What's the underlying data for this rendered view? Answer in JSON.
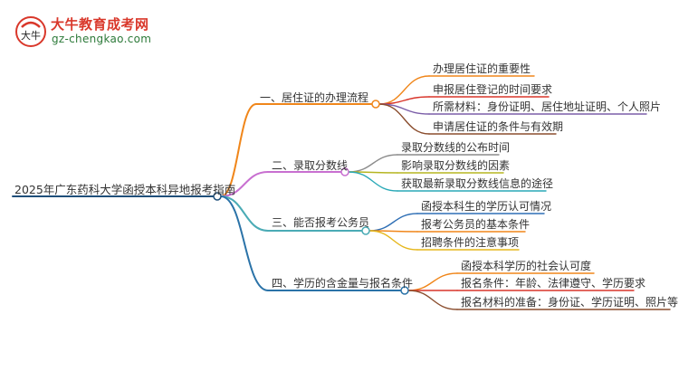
{
  "logo": {
    "title": "大牛教育成考网",
    "url": "gz-chengkao.com",
    "mark_text": "大牛"
  },
  "root": {
    "label": "2025年广东药科大学函授本科异地报考指南",
    "color": "#1f4f7a"
  },
  "branches": [
    {
      "label": "一、居住证的办理流程",
      "color": "#f0861a",
      "children": [
        {
          "label": "办理居住证的重要性",
          "color": "#f0861a"
        },
        {
          "label": "申报居住登记的时间要求",
          "color": "#d8352a"
        },
        {
          "label": "所需材料：身份证明、居住地址证明、个人照片",
          "color": "#7b5ea8"
        },
        {
          "label": "申请居住证的条件与有效期",
          "color": "#8b4e2f"
        }
      ]
    },
    {
      "label": "二、录取分数线",
      "color": "#c86fd0",
      "children": [
        {
          "label": "录取分数线的公布时间",
          "color": "#8c8c8c"
        },
        {
          "label": "影响录取分数线的因素",
          "color": "#b5b521"
        },
        {
          "label": "获取最新录取分数线信息的途径",
          "color": "#2aa9b7"
        }
      ]
    },
    {
      "label": "三、能否报考公务员",
      "color": "#4aabb5",
      "children": [
        {
          "label": "函授本科生的学历认可情况",
          "color": "#2f6fb5"
        },
        {
          "label": "报考公务员的基本条件",
          "color": "#f0861a"
        },
        {
          "label": "招聘条件的注意事项",
          "color": "#e6b71c"
        }
      ]
    },
    {
      "label": "四、学历的含金量与报名条件",
      "color": "#2b73a8",
      "children": [
        {
          "label": "函授本科学历的社会认可度",
          "color": "#f0861a"
        },
        {
          "label": "报名条件：年龄、法律遵守、学历要求",
          "color": "#d8352a"
        },
        {
          "label": "报名材料的准备：身份证、学历证明、照片等",
          "color": "#8b4e2f"
        }
      ]
    }
  ]
}
